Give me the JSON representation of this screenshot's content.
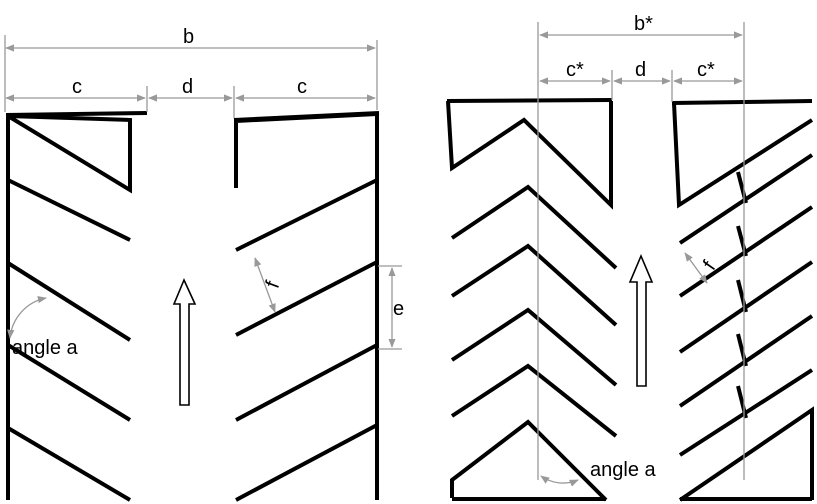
{
  "labels": {
    "left_b": "b",
    "left_c1": "c",
    "left_d": "d",
    "left_c2": "c",
    "left_e": "e",
    "left_f": "f",
    "left_angle": "angle a",
    "right_b": "b*",
    "right_c1": "c*",
    "right_d": "d",
    "right_c2": "c*",
    "right_f": "f",
    "right_angle": "angle a"
  },
  "colors": {
    "stroke": "#000000",
    "dimension": "#999999"
  }
}
